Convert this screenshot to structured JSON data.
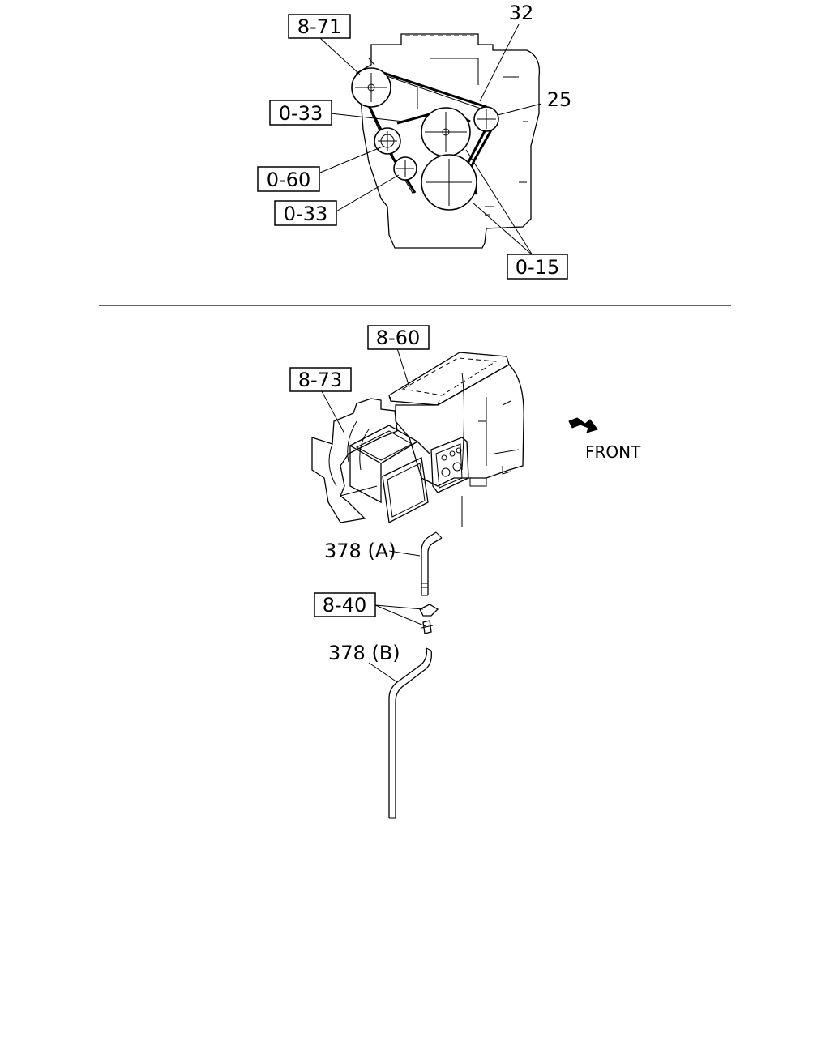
{
  "top_diagram": {
    "labels": {
      "belt_tensioner": "8-71",
      "idler_upper": "0-33",
      "alternator": "0-60",
      "idler_lower": "0-33",
      "crank_pulleys": "0-15",
      "pulley_32": "32",
      "pulley_25": "25"
    }
  },
  "bottom_diagram": {
    "labels": {
      "top_cover": "8-60",
      "heater_unit": "8-73",
      "drain_hose_a": "378 (A)",
      "clip": "8-40",
      "drain_hose_b": "378 (B)"
    },
    "front_indicator": "FRONT"
  }
}
